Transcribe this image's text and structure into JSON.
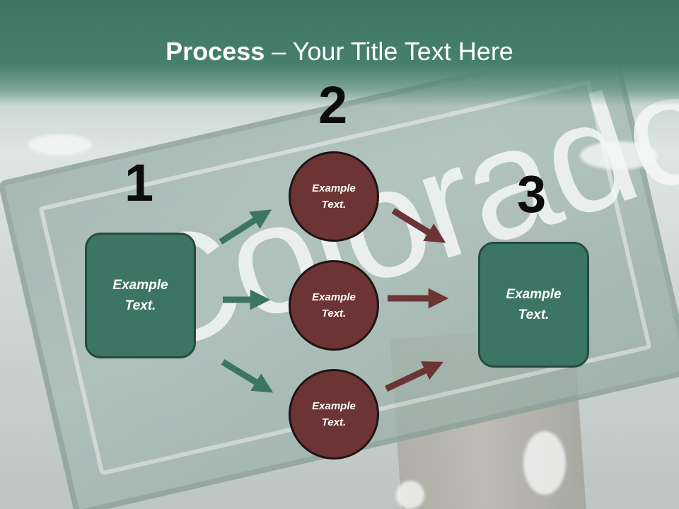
{
  "slide": {
    "title_bold": "Process",
    "title_rest": " – Your Title Text Here",
    "background": {
      "photo_text": "Colorado",
      "theme_color": "#3c7564",
      "accent_color": "#6c3434"
    },
    "steps": [
      {
        "number": "1",
        "text": "Example Text."
      },
      {
        "number": "2",
        "items": [
          {
            "text": "Example Text."
          },
          {
            "text": "Example Text."
          },
          {
            "text": "Example Text."
          }
        ]
      },
      {
        "number": "3",
        "text": "Example Text."
      }
    ]
  }
}
